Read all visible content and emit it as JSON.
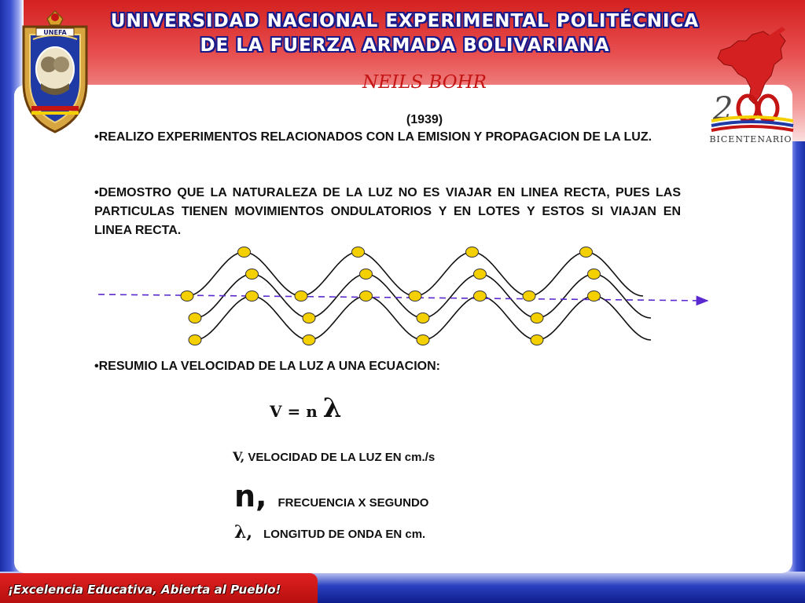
{
  "header": {
    "line1": "UNIVERSIDAD NACIONAL EXPERIMENTAL POLITÉCNICA",
    "line2": "DE LA FUERZA ARMADA BOLIVARIANA"
  },
  "logos": {
    "left_label": "UNEFA",
    "right_label": "BICENTENARIO"
  },
  "slide": {
    "title": "NEILS BOHR",
    "year": "(1939)",
    "bullets": [
      "•REALIZO EXPERIMENTOS RELACIONADOS CON LA EMISION Y PROPAGACION DE LA LUZ.",
      "•DEMOSTRO QUE LA NATURALEZA DE LA LUZ NO ES VIAJAR EN LINEA RECTA, PUES LAS PARTICULAS TIENEN MOVIMIENTOS ONDULATORIOS Y EN LOTES Y ESTOS SI VIAJAN EN LINEA RECTA.",
      "•RESUMIO LA VELOCIDAD DE LA LUZ A UNA ECUACION:"
    ],
    "equation": {
      "v": "V",
      "equals": " = ",
      "n": "n ",
      "lambda": "λ"
    },
    "definitions": [
      {
        "symbol": "V,",
        "text": " VELOCIDAD DE LA LUZ EN cm./s"
      },
      {
        "symbol": "n,",
        "text": "FRECUENCIA X SEGUNDO"
      },
      {
        "symbol": "λ,",
        "text": "LONGITUD DE ONDA EN cm."
      }
    ]
  },
  "footer": {
    "slogan": "¡Excelencia Educativa, Abierta al Pueblo!"
  },
  "colors": {
    "title_red": "#c41414",
    "band_red": "#d42020",
    "band_blue": "#1b2ea8",
    "particle_yellow": "#f5d000",
    "ray_purple": "#5a2ad0"
  }
}
